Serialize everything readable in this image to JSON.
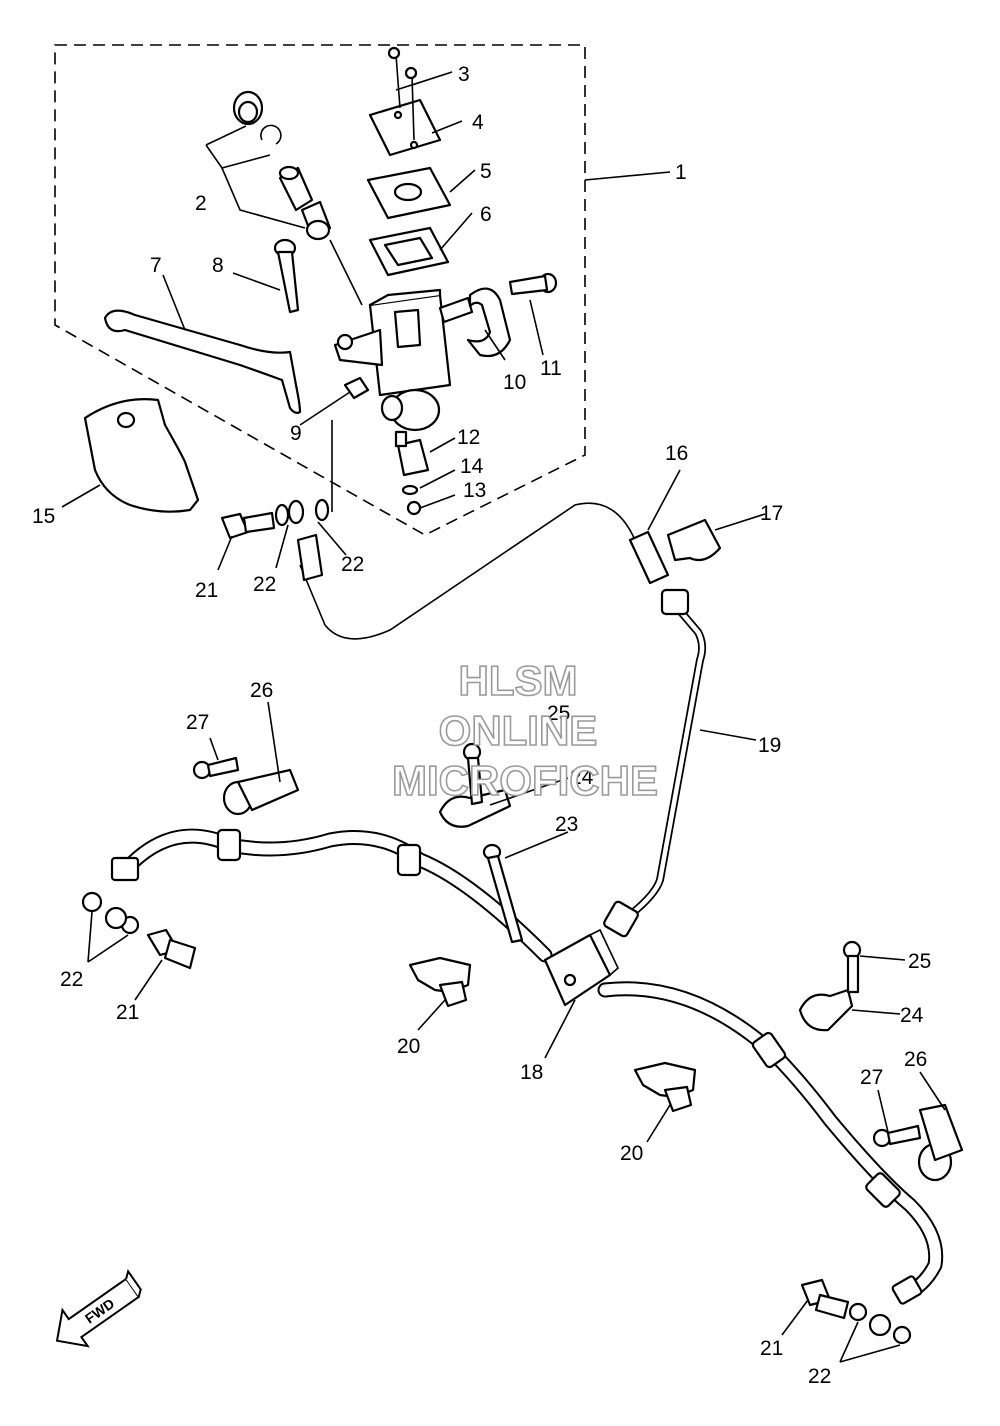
{
  "watermark": {
    "line1": "HLSM",
    "line2": "ONLINE",
    "line3": "MICROFICHE",
    "color": "#9a9a9a"
  },
  "direction_label": "FWD",
  "callouts": {
    "c1": "1",
    "c2": "2",
    "c3": "3",
    "c4": "4",
    "c5": "5",
    "c6": "6",
    "c7": "7",
    "c8": "8",
    "c9": "9",
    "c10": "10",
    "c11": "11",
    "c12": "12",
    "c13": "13",
    "c14": "14",
    "c15": "15",
    "c16": "16",
    "c17": "17",
    "c18": "18",
    "c19": "19",
    "c20a": "20",
    "c20b": "20",
    "c21a": "21",
    "c21b": "21",
    "c21c": "21",
    "c22a": "22",
    "c22b": "22",
    "c22c": "22",
    "c22d": "22",
    "c23": "23",
    "c24a": "24",
    "c24b": "24",
    "c25a": "25",
    "c25b": "25",
    "c26a": "26",
    "c26b": "26",
    "c27a": "27",
    "c27b": "27"
  }
}
